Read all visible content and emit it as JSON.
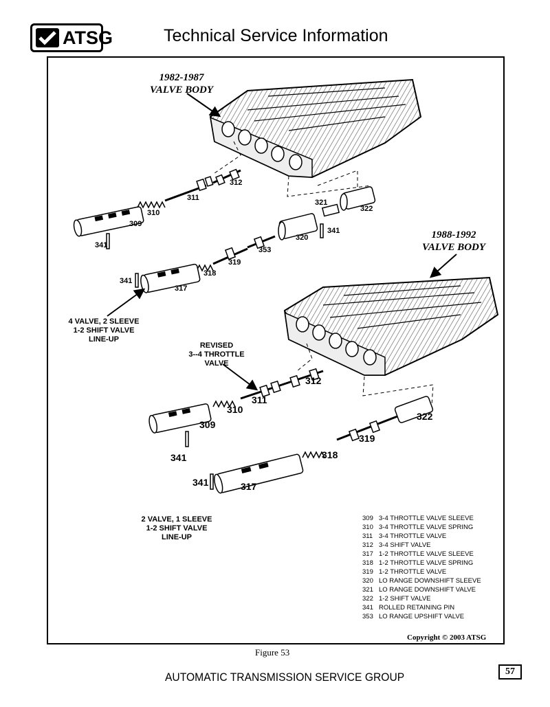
{
  "header": {
    "logo_text": "ATSG",
    "title": "Technical Service Information"
  },
  "labels": {
    "vb_early_years": "1982-1987",
    "vb_early_name": "VALVE BODY",
    "vb_late_years": "1988-1992",
    "vb_late_name": "VALVE BODY",
    "note_four_valve": [
      "4 VALVE, 2 SLEEVE",
      "1-2 SHIFT VALVE",
      "LINE-UP"
    ],
    "note_revised": [
      "REVISED",
      "3--4 THROTTLE",
      "VALVE"
    ],
    "note_two_valve": [
      "2 VALVE, 1 SLEEVE",
      "1-2 SHIFT VALVE",
      "LINE-UP"
    ]
  },
  "callouts_top": [
    "312",
    "311",
    "310",
    "309",
    "341",
    "321",
    "322",
    "341",
    "320",
    "353",
    "319",
    "318",
    "341",
    "317"
  ],
  "callouts_bottom": [
    "312",
    "311",
    "310",
    "309",
    "341",
    "322",
    "319",
    "318",
    "341",
    "317"
  ],
  "legend": [
    {
      "num": "309",
      "desc": "3-4 THROTTLE VALVE SLEEVE"
    },
    {
      "num": "310",
      "desc": "3-4 THROTTLE VALVE SPRING"
    },
    {
      "num": "311",
      "desc": "3-4 THROTTLE VALVE"
    },
    {
      "num": "312",
      "desc": "3-4 SHIFT VALVE"
    },
    {
      "num": "317",
      "desc": "1-2 THROTTLE VALVE SLEEVE"
    },
    {
      "num": "318",
      "desc": "1-2 THROTTLE VALVE SPRING"
    },
    {
      "num": "319",
      "desc": "1-2 THROTTLE VALVE"
    },
    {
      "num": "320",
      "desc": "LO RANGE DOWNSHIFT SLEEVE"
    },
    {
      "num": "321",
      "desc": "LO RANGE DOWNSHIFT VALVE"
    },
    {
      "num": "322",
      "desc": "1-2 SHIFT VALVE"
    },
    {
      "num": "341",
      "desc": "ROLLED RETAINING PIN"
    },
    {
      "num": "353",
      "desc": "LO RANGE UPSHIFT VALVE"
    }
  ],
  "copyright": "Copyright © 2003 ATSG",
  "figure_caption": "Figure 53",
  "footer": {
    "org": "AUTOMATIC TRANSMISSION SERVICE GROUP",
    "page": "57"
  }
}
